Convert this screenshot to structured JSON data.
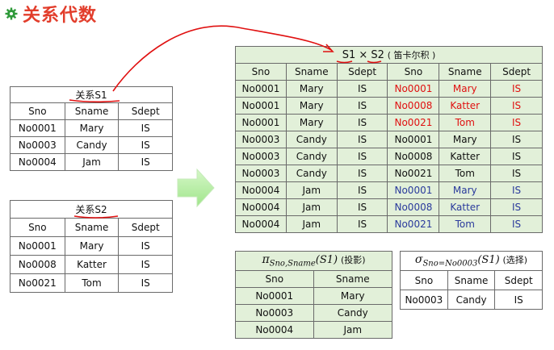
{
  "header": {
    "title": "关系代数",
    "icon": "gear-icon"
  },
  "s1": {
    "caption": "关系S1",
    "columns": [
      "Sno",
      "Sname",
      "Sdept"
    ],
    "rows": [
      [
        "No0001",
        "Mary",
        "IS"
      ],
      [
        "No0003",
        "Candy",
        "IS"
      ],
      [
        "No0004",
        "Jam",
        "IS"
      ]
    ]
  },
  "s2": {
    "caption": "关系S2",
    "columns": [
      "Sno",
      "Sname",
      "Sdept"
    ],
    "rows": [
      [
        "No0001",
        "Mary",
        "IS"
      ],
      [
        "No0008",
        "Katter",
        "IS"
      ],
      [
        "No0021",
        "Tom",
        "IS"
      ]
    ]
  },
  "product": {
    "caption": "S1 × S2",
    "caption_note": "( 笛卡尔积 )",
    "columns": [
      "Sno",
      "Sname",
      "Sdept",
      "Sno",
      "Sname",
      "Sdept"
    ],
    "rows": [
      [
        "No0001",
        "Mary",
        "IS",
        "No0001",
        "Mary",
        "IS"
      ],
      [
        "No0001",
        "Mary",
        "IS",
        "No0008",
        "Katter",
        "IS"
      ],
      [
        "No0001",
        "Mary",
        "IS",
        "No0021",
        "Tom",
        "IS"
      ],
      [
        "No0003",
        "Candy",
        "IS",
        "No0001",
        "Mary",
        "IS"
      ],
      [
        "No0003",
        "Candy",
        "IS",
        "No0008",
        "Katter",
        "IS"
      ],
      [
        "No0003",
        "Candy",
        "IS",
        "No0021",
        "Tom",
        "IS"
      ],
      [
        "No0004",
        "Jam",
        "IS",
        "No0001",
        "Mary",
        "IS"
      ],
      [
        "No0004",
        "Jam",
        "IS",
        "No0008",
        "Katter",
        "IS"
      ],
      [
        "No0004",
        "Jam",
        "IS",
        "No0021",
        "Tom",
        "IS"
      ]
    ],
    "right_colors": [
      "red",
      "red",
      "red",
      "black",
      "black",
      "black",
      "blue",
      "blue",
      "blue"
    ]
  },
  "projection": {
    "symbol": "π",
    "subscript": "Sno,Sname",
    "arg": "(S1)",
    "note": "(投影)",
    "columns": [
      "Sno",
      "Sname"
    ],
    "rows": [
      [
        "No0001",
        "Mary"
      ],
      [
        "No0003",
        "Candy"
      ],
      [
        "No0004",
        "Jam"
      ]
    ]
  },
  "selection": {
    "symbol": "σ",
    "subscript": "Sno=No0003",
    "arg": "(S1)",
    "note": "(选择)",
    "columns": [
      "Sno",
      "Sname",
      "Sdept"
    ],
    "rows": [
      [
        "No0003",
        "Candy",
        "IS"
      ]
    ]
  },
  "colors": {
    "title": "#e23d2b",
    "product_bg": "#e2f0d9",
    "highlight_red": "#e01010",
    "highlight_blue": "#2a3a9c",
    "arrow_fill": "#b9f0a8"
  }
}
